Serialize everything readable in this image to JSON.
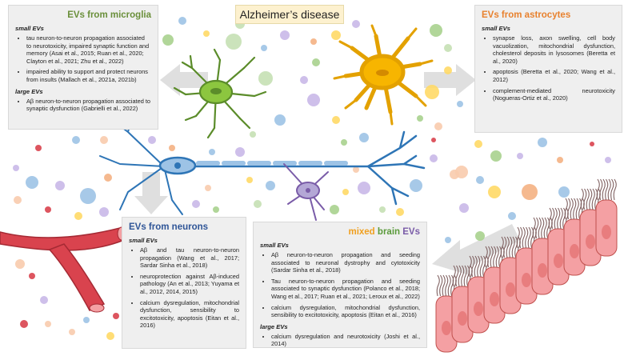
{
  "title": "Alzheimer’s disease",
  "microglia": {
    "heading": "EVs from microglia",
    "small_label": "small EVs",
    "small_items": [
      "tau neuron-to-neuron propagation associated to neurotoxicity, impaired synaptic function and memory (Asai et al., 2015; Ruan et al., 2020; Clayton et al., 2021; Zhu et al., 2022)",
      "impaired ability to support and protect neurons from insults (Mallach et al., 2021a, 2021b)"
    ],
    "large_label": "large EVs",
    "large_items": [
      "Aβ neuron-to-neuron propagation associated to synaptic dysfunction (Gabrielli et al., 2022)"
    ]
  },
  "astrocytes": {
    "heading": "EVs from astrocytes",
    "small_label": "small EVs",
    "small_items": [
      "synapse loss, axon swelling, cell body vacuolization, mitochondrial dysfunction, cholesterol deposits in lysosomes (Beretta et al., 2020)",
      "apoptosis (Beretta et al., 2020; Wang et al., 2012)",
      "complement-mediated neurotoxicity (Nogueras-Ortiz et al., 2020)"
    ]
  },
  "neurons": {
    "heading": "EVs from neurons",
    "small_label": "small EVs",
    "small_items": [
      "Aβ and tau neuron-to-neuron propagation (Wang et al., 2017; Sardar Sinha et al., 2018)",
      "neuroprotection against Aβ-induced pathology (An et al., 2013; Yuyama et al., 2012, 2014, 2015)",
      "calcium dysregulation, mitochondrial dysfunction, sensibility to excitotoxicity, apoptosis (Eitan et al., 2016)"
    ]
  },
  "mixed": {
    "heading_words": [
      "mixed",
      "brain",
      "EVs"
    ],
    "heading_colors": [
      "#f0a020",
      "#5a9a3a",
      "#7a5ca8"
    ],
    "small_label": "small EVs",
    "small_items": [
      "Aβ neuron-to-neuron propagation and seeding associated to neuronal dystrophy and cytotoxicity (Sardar Sinha et al., 2018)",
      "Tau neuron-to-neuron propagation and seeding associated to synaptic dysfunction (Polanco et al., 2018; Wang et al., 2017; Ruan et al., 2021; Leroux et al., 2022)",
      "calcium dysregulation, mitochondrial dysfunction, sensibility to excitotoxicity, apoptosis (Eitan et al., 2016)"
    ],
    "large_label": "large EVs",
    "large_items": [
      "calcium dysregulation and neurotoxicity (Joshi et al., 2014)"
    ]
  },
  "colors": {
    "microglia": "#8cc63f",
    "astrocyte": "#f7b500",
    "neuron": "#9dc3e6",
    "neuron_dark": "#2e75b6",
    "mixed_cell": "#b4a7d6",
    "vessel": "#d9434e",
    "epithelium": "#f4a0a3"
  },
  "icons": [
    "microglia-cell",
    "astrocyte-cell",
    "neuron-cell",
    "small-neuron-cell",
    "blood-vessel",
    "epithelium-layer",
    "vesicles"
  ]
}
